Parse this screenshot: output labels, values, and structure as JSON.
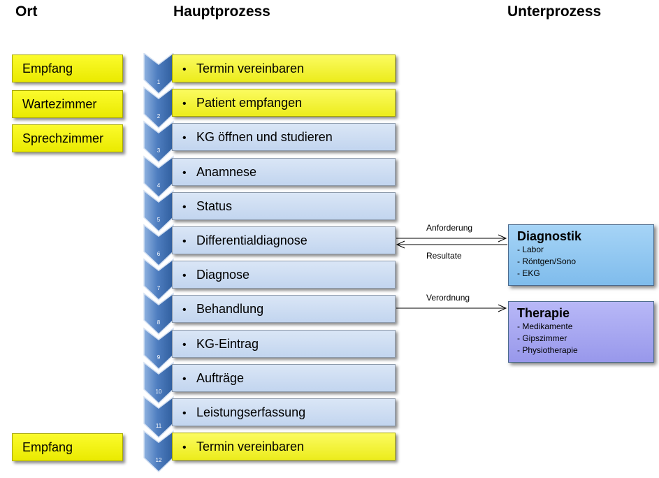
{
  "headers": {
    "ort": "Ort",
    "hauptprozess": "Hauptprozess",
    "unterprozess": "Unterprozess"
  },
  "locations": [
    {
      "label": "Empfang",
      "step": 1
    },
    {
      "label": "Wartezimmer",
      "step": 2
    },
    {
      "label": "Sprechzimmer",
      "step": 3
    },
    {
      "label": "Empfang",
      "step": 12
    }
  ],
  "steps": [
    {
      "number": "1",
      "label": "Termin vereinbaren",
      "color": "yellow"
    },
    {
      "number": "2",
      "label": "Patient empfangen",
      "color": "yellow"
    },
    {
      "number": "3",
      "label": "KG öffnen und studieren",
      "color": "blue"
    },
    {
      "number": "4",
      "label": "Anamnese",
      "color": "blue"
    },
    {
      "number": "5",
      "label": "Status",
      "color": "blue"
    },
    {
      "number": "6",
      "label": "Differentialdiagnose",
      "color": "blue"
    },
    {
      "number": "7",
      "label": "Diagnose",
      "color": "blue"
    },
    {
      "number": "8",
      "label": "Behandlung",
      "color": "blue"
    },
    {
      "number": "9",
      "label": "KG-Eintrag",
      "color": "blue"
    },
    {
      "number": "10",
      "label": "Aufträge",
      "color": "blue"
    },
    {
      "number": "11",
      "label": "Leistungserfassung",
      "color": "blue"
    },
    {
      "number": "12",
      "label": "Termin vereinbaren",
      "color": "yellow"
    }
  ],
  "subprocesses": {
    "diagnostik": {
      "title": "Diagnostik",
      "items": [
        "- Labor",
        "- Röntgen/Sono",
        "- EKG"
      ]
    },
    "therapie": {
      "title": "Therapie",
      "items": [
        "- Medikamente",
        "- Gipszimmer",
        "- Physiotherapie"
      ]
    }
  },
  "connections": {
    "anforderung": "Anforderung",
    "resultate": "Resultate",
    "verordnung": "Verordnung"
  },
  "colors": {
    "location_yellow": "#f2f200",
    "step_yellow": "#f3f33e",
    "step_blue": "#c8d9f0",
    "chevron_blue": "#5a86c4",
    "diagnostik": "#8fc6f0",
    "therapie": "#a6a6f0"
  }
}
